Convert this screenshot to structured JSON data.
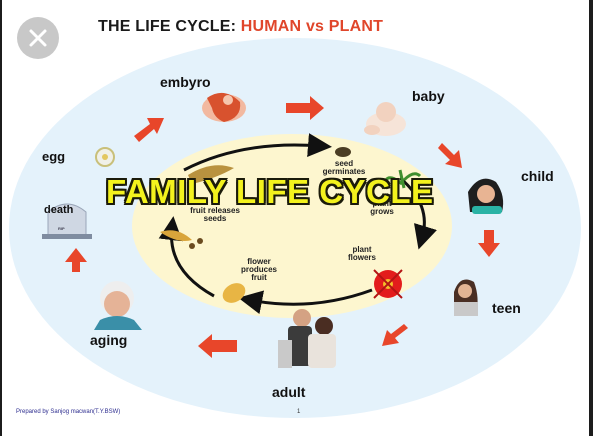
{
  "title": {
    "part1": "THE LIFE CYCLE: ",
    "part2": "HUMAN vs PLANT"
  },
  "overlay_text": "FAMILY LIFE CYCLE",
  "human_stages": [
    "embyro",
    "baby",
    "child",
    "teen",
    "adult",
    "aging",
    "death",
    "egg"
  ],
  "plant_stages": {
    "seed_germinates": "seed germinates",
    "plant_grows": "plant grows",
    "plant_flowers": "plant flowers",
    "flower_produces_fruit": "flower produces fruit",
    "fruit_releases_seeds": "fruit releases seeds"
  },
  "tombstone_text": "RIP",
  "footer": "Prepared by Sanjog macwan(T.Y.BSW)",
  "page_number": "1",
  "close_icon": "close-icon",
  "colors": {
    "title_accent": "#e0462b",
    "arrow": "#e8462a",
    "overlay_text": "#f3f21d",
    "outer_circle": "#e4f2fb",
    "inner_circle": "#fdf6cf"
  }
}
